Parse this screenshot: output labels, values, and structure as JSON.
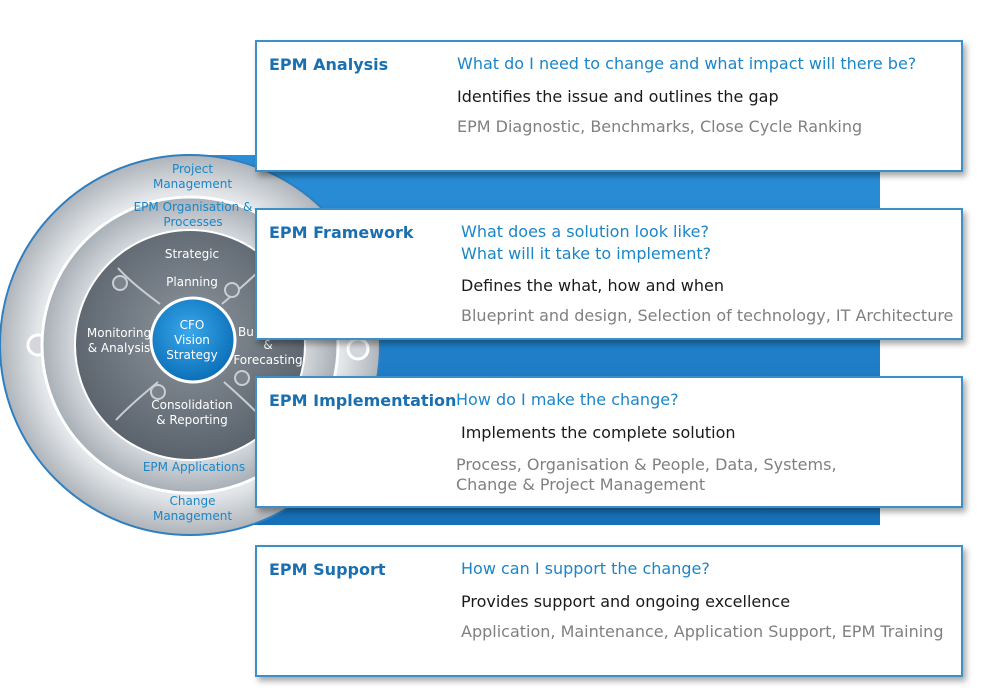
{
  "wheel": {
    "outer_ring_top": "Project Management",
    "outer_ring_bottom": "Change Management",
    "middle_ring_top": "EPM Organisation & Processes",
    "middle_ring_bottom": "EPM Applications",
    "segments": {
      "strategic": "Strategic",
      "planning": "Planning",
      "monitoring": "Monitoring & Analysis",
      "budgeting": "Bu...",
      "forecasting": "& Forecasting",
      "consolidation": "Consolidation & Reporting"
    },
    "center": "CFO Vision Strategy"
  },
  "panels": [
    {
      "title": "EPM Analysis",
      "question": "What do I need to change and what impact will there be?",
      "description": "Identifies the issue and outlines the gap",
      "services": "EPM Diagnostic, Benchmarks, Close Cycle Ranking"
    },
    {
      "title": "EPM Framework",
      "question_line1": "What does a solution look like?",
      "question_line2": "What will it take to implement?",
      "description": "Defines the what, how and when",
      "services": "Blueprint and design, Selection of technology, IT Architecture"
    },
    {
      "title": "EPM Implementation",
      "question": "How do I make the change?",
      "description": "Implements the complete solution",
      "services_line1": "Process, Organisation & People, Data, Systems,",
      "services_line2": "Change & Project Management"
    },
    {
      "title": "EPM Support",
      "question": "How can I support the change?",
      "description": "Provides support and ongoing excellence",
      "services": "Application, Maintenance, Application Support, EPM Training"
    }
  ],
  "colors": {
    "accent_blue": "#1a86c8",
    "band_blue": "#1e7fc8",
    "outer_ring": "#c8ccd0",
    "inner_wheel": "#6e7780",
    "center": "#1283cf"
  }
}
